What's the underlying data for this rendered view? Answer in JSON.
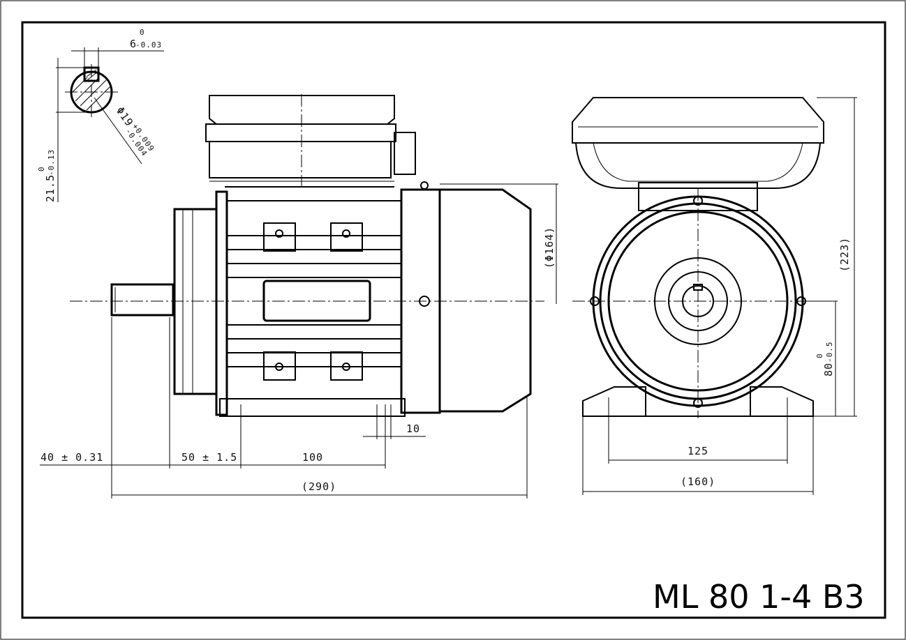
{
  "title": "ML 80 1-4 B3",
  "shaft_section": {
    "key_width": "6",
    "key_width_tol_upper": "0",
    "key_width_tol_lower": "-0.03",
    "diameter": "Φ19",
    "diameter_tol_upper": "+0.009",
    "diameter_tol_lower": "-0.004",
    "key_height": "21.5",
    "key_height_tol_upper": "0",
    "key_height_tol_lower": "-0.13"
  },
  "side_view": {
    "shaft_length": "40 ± 0.31",
    "shoulder_to_foot_hole": "50 ± 1.5",
    "foot_hole_spacing": "100",
    "foot_hole_dia": "10",
    "overall_length": "(290)",
    "frame_diameter": "(Φ164)"
  },
  "front_view": {
    "overall_height": "(223)",
    "shaft_height": "80",
    "shaft_height_tol_upper": "0",
    "shaft_height_tol_lower": "-0.5",
    "foot_hole_spacing": "125",
    "overall_width": "(160)"
  }
}
